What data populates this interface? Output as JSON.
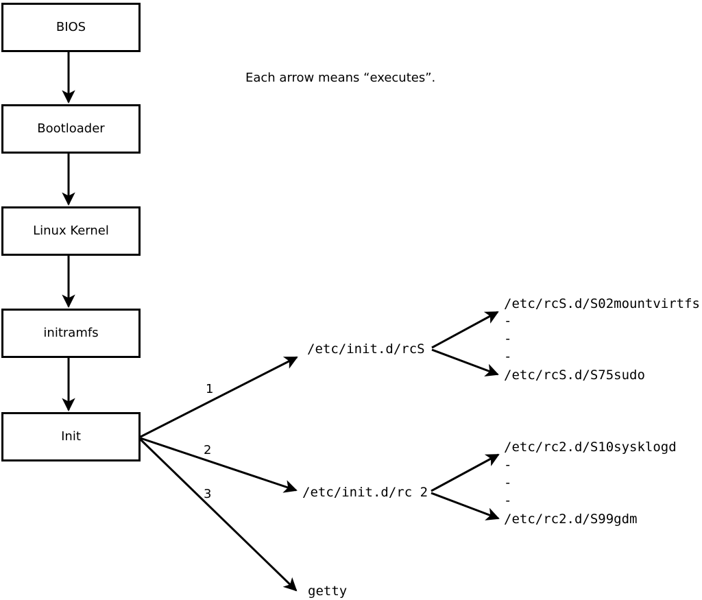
{
  "note": "Each arrow means “executes”.",
  "boxes": [
    "BIOS",
    "Bootloader",
    "Linux Kernel",
    "initramfs",
    "Init"
  ],
  "fan_labels": [
    "1",
    "2",
    "3"
  ],
  "targets": {
    "rcS": "/etc/init.d/rcS",
    "rc2": "/etc/init.d/rc 2",
    "getty": "getty"
  },
  "rcS_scripts": [
    "/etc/rcS.d/S02mountvirtfs",
    "-",
    "-",
    "-",
    "/etc/rcS.d/S75sudo"
  ],
  "rc2_scripts": [
    "/etc/rc2.d/S10sysklogd",
    "-",
    "-",
    "-",
    "/etc/rc2.d/S99gdm"
  ],
  "colors": {
    "line": "#000000",
    "background": "#ffffff"
  }
}
